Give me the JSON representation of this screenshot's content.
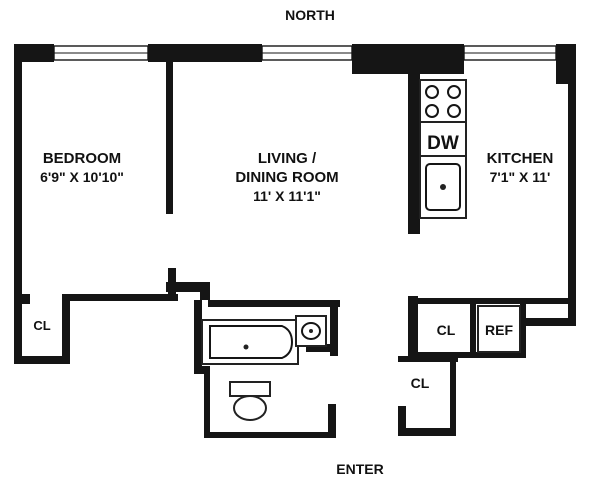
{
  "compass": {
    "north": "NORTH",
    "enter": "ENTER"
  },
  "rooms": {
    "bedroom": {
      "name": "BEDROOM",
      "dims": "6'9\" X 10'10\""
    },
    "living": {
      "name_line1": "LIVING /",
      "name_line2": "DINING ROOM",
      "dims": "11' X 11'1\""
    },
    "kitchen": {
      "name": "KITCHEN",
      "dims": "7'1\" X 11'"
    }
  },
  "fixtures": {
    "dishwasher": "DW",
    "refrigerator": "REF",
    "closet_bedroom": "CL",
    "closet_kitchen": "CL",
    "closet_entry": "CL"
  },
  "icons": [
    "stove-icon",
    "sink-icon",
    "bathtub-icon",
    "toilet-icon",
    "bathroom-sink-icon"
  ]
}
